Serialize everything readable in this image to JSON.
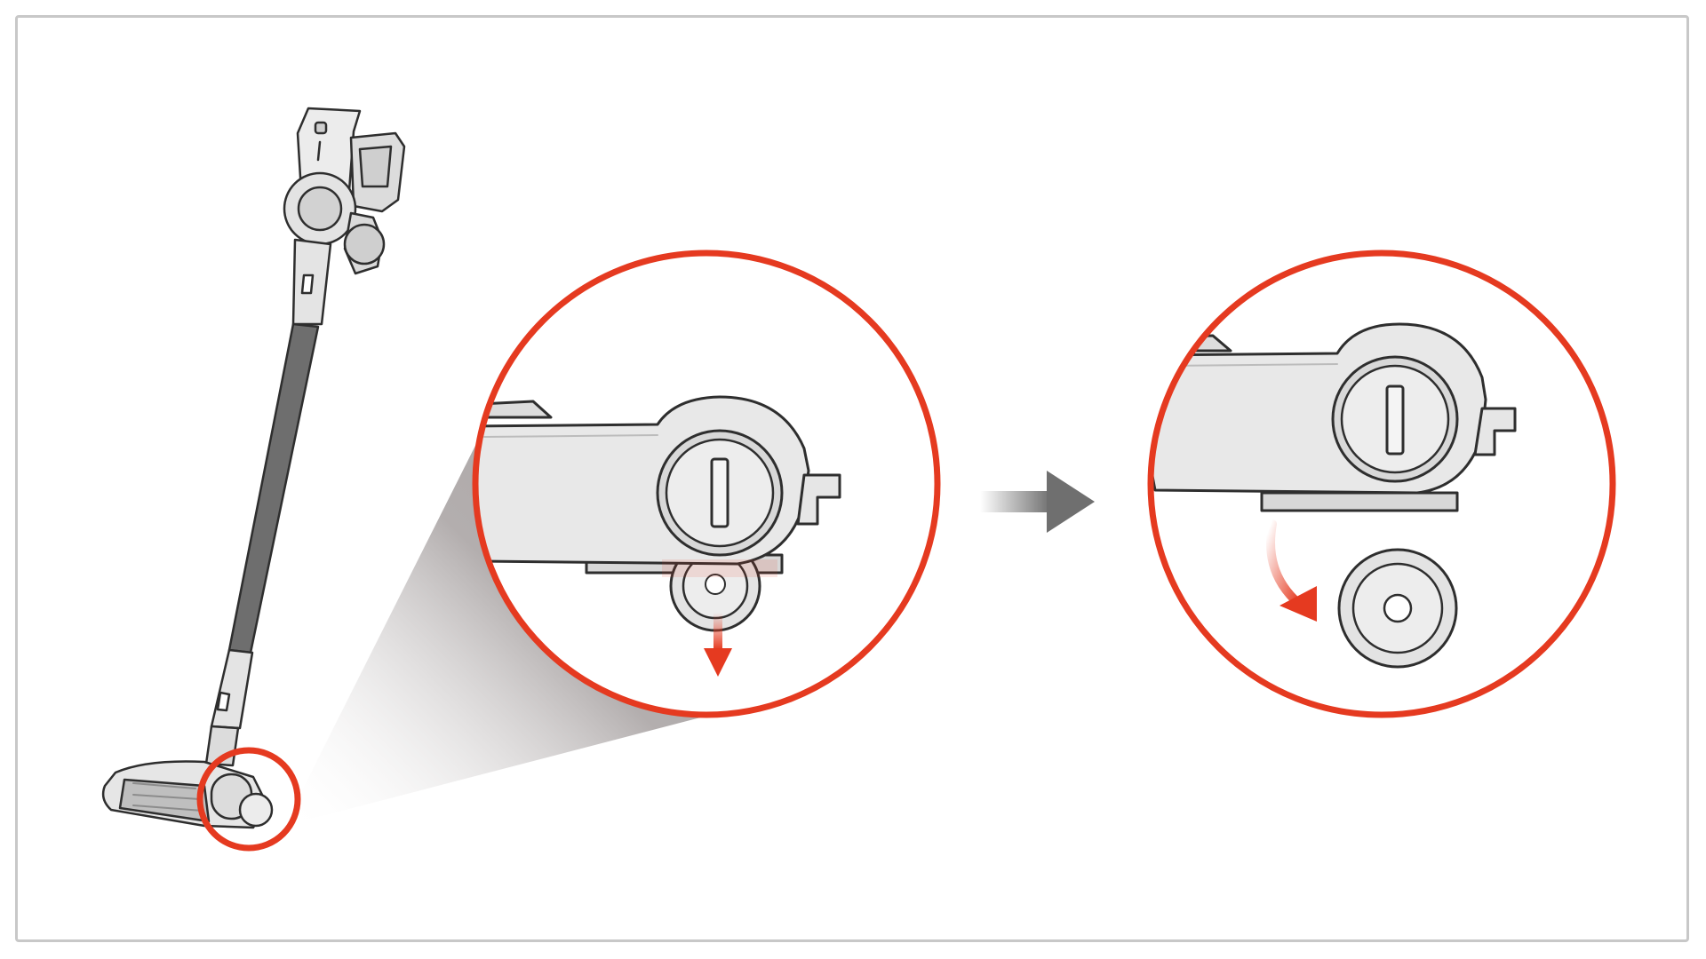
{
  "figure": {
    "type": "instruction-illustration",
    "panels": [
      {
        "name": "overview",
        "subject": "stick-vacuum",
        "highlight": "floor-brush-end-cap"
      },
      {
        "name": "detail-1",
        "subject": "end-cap-release",
        "motion": "down"
      },
      {
        "name": "detail-2",
        "subject": "end-cap-removed",
        "motion": "curved-down-right"
      }
    ],
    "sequence_arrow": "right"
  },
  "colors": {
    "accent": "#e53a20",
    "outline": "#2e2e2e",
    "body": "#e6e6e6",
    "tube": "#6e6e6e",
    "sequence_arrow": "#6f6f6f"
  }
}
